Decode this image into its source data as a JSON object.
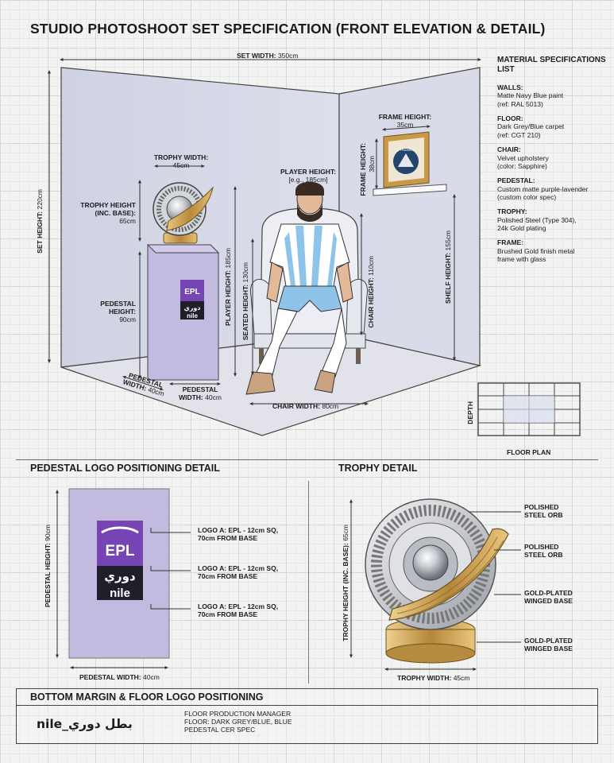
{
  "title": "STUDIO PHOTOSHOOT SET SPECIFICATION (FRONT ELEVATION & DETAIL)",
  "elevation": {
    "set_width": {
      "label": "SET WIDTH:",
      "value": "350cm"
    },
    "set_height": {
      "label": "SET HEIGHT:",
      "value": "220cm"
    },
    "trophy_width": {
      "label": "TROPHY WIDTH:",
      "value": "45cm"
    },
    "trophy_height": {
      "label1": "TROPHY HEIGHT",
      "label2": "(INC. BASE):",
      "value": "65cm"
    },
    "pedestal_height": {
      "label1": "PEDESTAL",
      "label2": "HEIGHT:",
      "value": "90cm"
    },
    "pedestal_width_a": {
      "label1": "PEDESTAL",
      "label2": "WIDTH:",
      "value": "40cm"
    },
    "pedestal_width_b": {
      "label1": "PEDESTAL",
      "label2": "WIDTH:",
      "value": "40cm"
    },
    "player_height": {
      "label1": "PLAYER HEIGHT:",
      "label2": "[e.g., 185cm]"
    },
    "player_height_v": {
      "label": "PLAYER HEIGHT:",
      "value": "185cm"
    },
    "seated_height": {
      "label": "SEATED HEIGHT:",
      "value": "130cm"
    },
    "chair_height": {
      "label": "CHAIR HEIGHT:",
      "value": "110cm"
    },
    "chair_width": {
      "label": "CHAIR WIDTH:",
      "value": "80cm"
    },
    "frame_height_top": {
      "label": "FRAME HEIGHT:",
      "value": "35cm"
    },
    "frame_height_side": {
      "label": "FRAME HEIGHT:",
      "value": "38cm"
    },
    "shelf_height": {
      "label": "SHELF HEIGHT:",
      "value": "155cm"
    },
    "pedestal_logo_top": "EPL",
    "pedestal_logo_bottom_1": "دوري",
    "pedestal_logo_bottom_2": "nile",
    "frame_crest": "PYRAMIDS"
  },
  "materials": {
    "title": "MATERIAL SPECIFICATIONS LIST",
    "items": [
      {
        "name": "WALLS:",
        "line1": "Matte Navy Blue paint",
        "line2": "(ref: RAL 5013)"
      },
      {
        "name": "FLOOR:",
        "line1": "Dark Grey/Blue carpet",
        "line2": "(ref: CGT 210)"
      },
      {
        "name": "CHAIR:",
        "line1": "Velvet upholstery",
        "line2": "(color: Sapphire)"
      },
      {
        "name": "PEDESTAL:",
        "line1": "Custom matte purple-lavender",
        "line2": "(custom color spec)"
      },
      {
        "name": "TROPHY:",
        "line1": "Polished Steel (Type 304),",
        "line2": "24k Gold plating"
      },
      {
        "name": "FRAME:",
        "line1": "Brushed Gold finish metal",
        "line2": "frame with glass"
      }
    ]
  },
  "floor_plan": {
    "depth_label": "DEPTH",
    "caption": "FLOOR PLAN"
  },
  "pedestal_detail": {
    "title": "PEDESTAL LOGO POSITIONING DETAIL",
    "height": {
      "label": "PEDESTAL HEIGHT:",
      "value": "90cm"
    },
    "width": {
      "label": "PEDESTAL WIDTH:",
      "value": "40cm"
    },
    "logo_top": "EPL",
    "logo_bottom_1": "دوري",
    "logo_bottom_2": "nile",
    "callouts": [
      {
        "line1": "LOGO A: EPL - 12cm SQ,",
        "line2": "70cm FROM BASE"
      },
      {
        "line1": "LOGO A: EPL - 12cm SQ,",
        "line2": "70cm FROM BASE"
      },
      {
        "line1": "LOGO A: EPL - 12cm SQ,",
        "line2": "70cm FROM BASE"
      }
    ]
  },
  "trophy_detail": {
    "title": "TROPHY DETAIL",
    "height": {
      "label": "TROPHY HEIGHT (INC. BASE):",
      "value": "65cm"
    },
    "width": {
      "label": "TROPHY WIDTH:",
      "value": "45cm"
    },
    "callouts": [
      {
        "line1": "POLISHED",
        "line2": "STEEL ORB"
      },
      {
        "line1": "POLISHED",
        "line2": "STEEL ORB"
      },
      {
        "line1": "GOLD-PLATED",
        "line2": "WINGED BASE"
      },
      {
        "line1": "GOLD-PLATED",
        "line2": "WINGED BASE"
      }
    ]
  },
  "bottom": {
    "title": "BOTTOM MARGIN & FLOOR LOGO POSITIONING",
    "brand": "بطل دوري_nile",
    "note1": "FLOOR PRODUCTION MANAGER",
    "note2": "FLOOR: DARK GREY/BLUE, BLUE",
    "note3": "PEDESTAL CER SPEC"
  },
  "colors": {
    "wall": "#d6d8e6",
    "floor": "#dfe0e9",
    "pedestal": "#c3badf",
    "logo_purple": "#7645b3",
    "gold": "#c89a48",
    "steel": "#c9ccd2",
    "shirt": "#8fc4ea"
  }
}
